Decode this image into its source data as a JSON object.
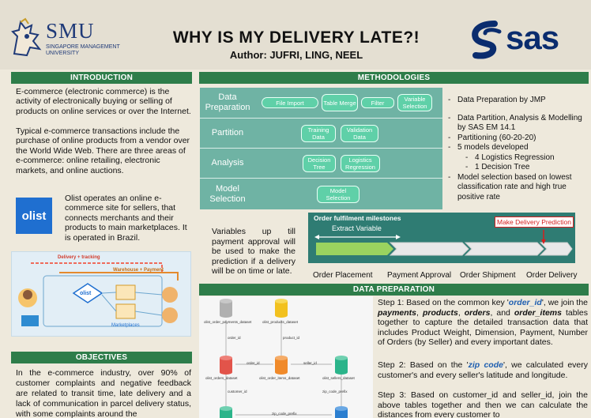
{
  "header": {
    "title": "WHY IS MY DELIVERY LATE?!",
    "author": "Author: JUFRI, LING, NEEL",
    "smu_logo": {
      "word": "SMU",
      "sub_line1": "SINGAPORE MANAGEMENT",
      "sub_line2": "UNIVERSITY"
    },
    "sas_logo": {
      "word": "sas"
    }
  },
  "introduction": {
    "heading": "INTRODUCTION",
    "p1": "E-commerce (electronic commerce) is the activity of electronically buying or selling of products on online services or over the Internet.",
    "p2": "Typical e-commerce transactions include the purchase of online products from a vendor over the World Wide Web. There are three areas of e-commerce: online retailing, electronic markets, and online auctions.",
    "olist_logo": "olist",
    "p3": "Olist operates an online e-commerce site for sellers, that connects merchants and their products to main marketplaces. It is operated in Brazil."
  },
  "diagram_labels": {
    "delivery_tracking": "Delivery + tracking",
    "warehouse": "Warehouse + Payment",
    "olist": "olist",
    "marketplaces": "Marketplaces"
  },
  "objectives": {
    "heading": "OBJECTIVES",
    "text": "In the e-commerce industry, over 90% of customer complaints and negative feedback are related to transit time, late delivery and a lack of communication in parcel delivery status, with some complaints around the"
  },
  "methodologies": {
    "heading": "METHODOLOGIES",
    "rows": [
      {
        "label": "Data Preparation",
        "steps": [
          "File Import",
          "Table Merge",
          "Filter",
          "Variable Selection"
        ]
      },
      {
        "label": "Partition",
        "steps": [
          "Training Data",
          "Validation Data"
        ]
      },
      {
        "label": "Analysis",
        "steps": [
          "Decision Tree",
          "Logistics Regression"
        ]
      },
      {
        "label": "Model Selection",
        "steps": [
          "Model Selection"
        ]
      }
    ],
    "bullets": [
      "Data Preparation by JMP",
      "Data Partition, Analysis & Modelling by SAS EM 14.1",
      "Partitioning (60-20-20)",
      "5 models developed",
      "4 Logistics Regression",
      "1 Decision Tree",
      "Model selection based on lowest classification rate and high true positive rate"
    ],
    "variables_text": "Variables up till payment approval will be used to make the prediction if a delivery will be on time or late."
  },
  "milestones": {
    "title": "Order fulfilment milestones",
    "extract": "Extract Variable",
    "predict": "Make Delivery Prediction",
    "steps": [
      "Order Placement",
      "Payment Approval",
      "Order Shipment",
      "Order Delivery"
    ]
  },
  "data_preparation": {
    "heading": "DATA PREPARATION",
    "step1_a": "Step 1: Based on the common key '",
    "step1_key": "order_id",
    "step1_b": "', we join the ",
    "t1": "payments",
    "t2": "products",
    "t3": "orders",
    "step1_and": "and",
    "t4": "order_items",
    "step1_c": " tables together to capture the detailed transaction data that includes Product Weight, Dimension, Payment, Number of Orders (by Seller) and every important dates.",
    "step2_a": "Step 2: Based on the '",
    "step2_key": "zip code",
    "step2_b": "', we calculated every customer's and every seller's latitude and longitude.",
    "step3": "Step 3: Based on customer_id and seller_id, join the above tables together and then we can calculate the distances from every customer to",
    "tables": {
      "payments": "olist_order_payments_dataset",
      "products": "olist_products_dataset",
      "orders": "olist_orders_dataset",
      "order_items": "olist_order_items_dataset",
      "sellers": "olist_sellers_dataset",
      "k_order": "order_id",
      "k_product": "product_id",
      "k_order2": "order_id",
      "k_seller": "seller_id",
      "k_customer": "customer_id",
      "k_zip": "zip_code_prefix",
      "k_zip2": "zip_code_prefix"
    }
  },
  "colors": {
    "section_bar": "#2e7d4a",
    "method_box": "#6fb3a4",
    "pill": "#5fd0a8",
    "milestone_bg": "#2f7c73",
    "predict_red": "#d62020"
  }
}
